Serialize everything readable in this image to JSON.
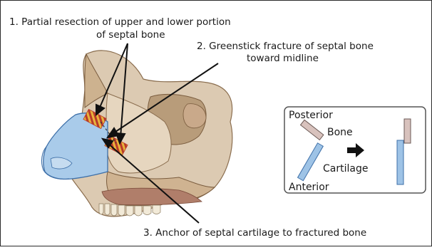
{
  "annotations": {
    "label1_line1": "1. Partial resection of upper and lower portion",
    "label1_line2": "of septal bone",
    "label2_line1": "2. Greenstick fracture of septal bone",
    "label2_line2": "toward midline",
    "label3": "3. Anchor of septal cartilage to fractured bone"
  },
  "inset": {
    "posterior": "Posterior",
    "bone": "Bone",
    "cartilage": "Cartilage",
    "anterior": "Anterior"
  },
  "colors": {
    "bone": "#d9c3a8",
    "bone_dark": "#a88b6a",
    "cartilage": "#9ec3e6",
    "cartilage_outline": "#3d6fa8",
    "inset_bone": "#d8c2bd",
    "resection_stripe": "#c0392b",
    "resection_fill": "#f1c40f"
  }
}
